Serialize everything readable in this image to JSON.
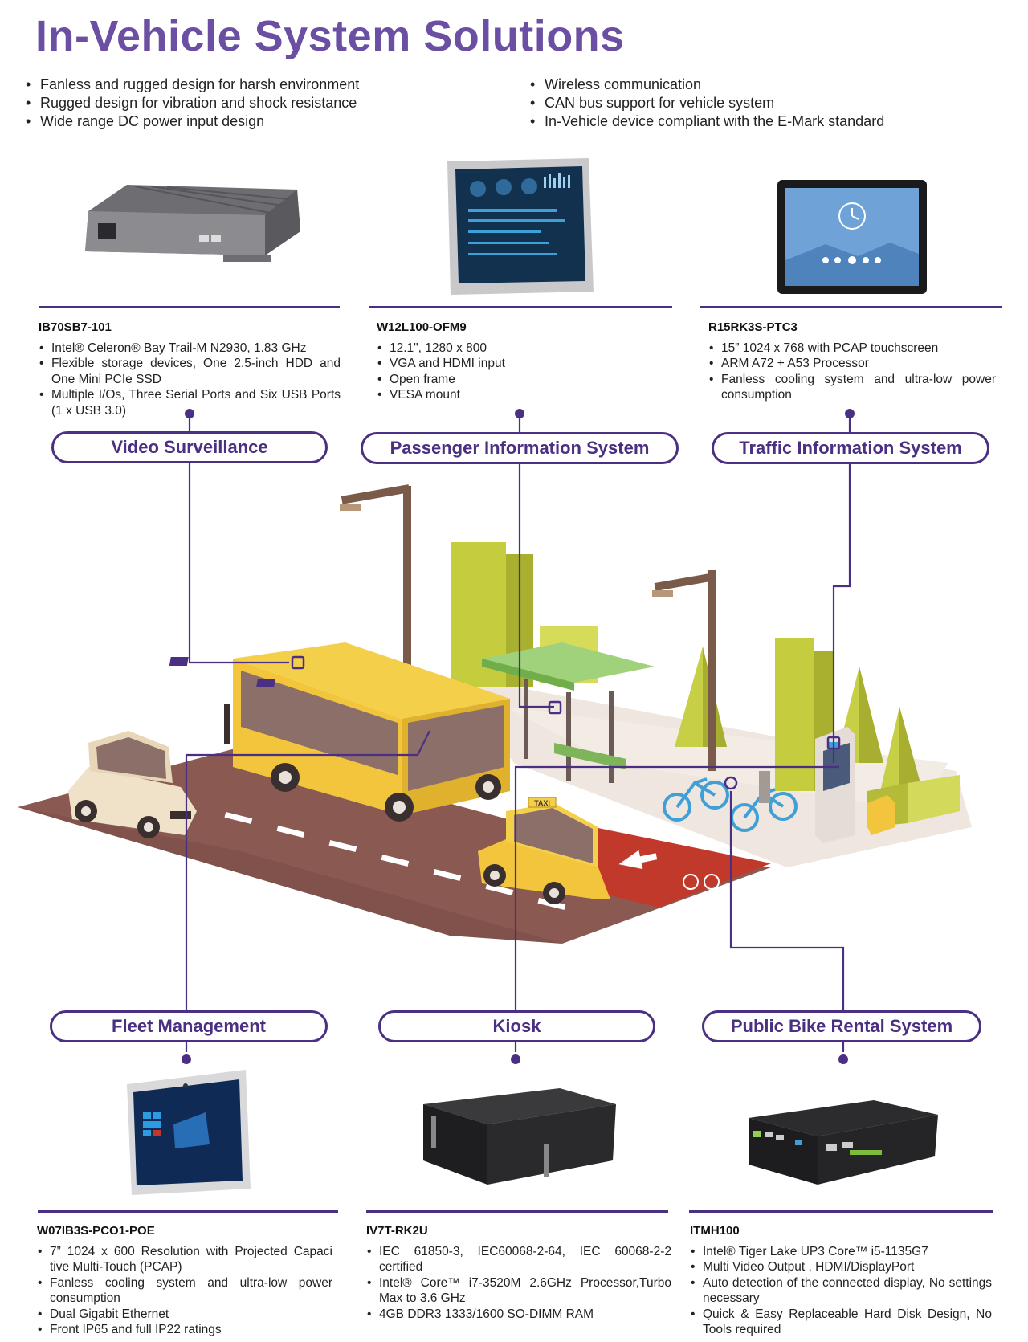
{
  "title": "In-Vehicle System Solutions",
  "features_left": [
    "Fanless and rugged design for harsh environment",
    "Rugged design for vibration and shock resistance",
    "Wide range DC power input design"
  ],
  "features_right": [
    "Wireless communication",
    "CAN bus support for vehicle system",
    "In-Vehicle device compliant with the E-Mark standard"
  ],
  "products_top": [
    {
      "model": "IB70SB7-101",
      "specs": [
        "Intel® Celeron® Bay Trail-M N2930, 1.83 GHz",
        "Flexible storage devices, One 2.5-inch HDD and One Mini PCIe SSD",
        "Multiple I/Os, Three Serial Ports and Six USB Ports (1 x USB 3.0)"
      ]
    },
    {
      "model": "W12L100-OFM9",
      "specs": [
        "12.1\", 1280 x 800",
        "VGA and HDMI input",
        "Open frame",
        "VESA mount"
      ]
    },
    {
      "model": "R15RK3S-PTC3",
      "specs": [
        "15” 1024 x 768 with PCAP touchscreen",
        "ARM A72 + A53 Processor",
        "Fanless cooling system and ultra-low power consumption"
      ]
    }
  ],
  "solutions_top": [
    "Video Surveillance",
    "Passenger Information System",
    "Traffic Information System"
  ],
  "solutions_bottom": [
    "Fleet Management",
    "Kiosk",
    "Public Bike Rental System"
  ],
  "products_bottom": [
    {
      "model": "W07IB3S-PCO1-POE",
      "specs": [
        "7” 1024 x 600 Resolution with Projected Capaci tive Multi-Touch (PCAP)",
        "Fanless cooling system and ultra-low power consumption",
        "Dual Gigabit Ethernet",
        "Front IP65 and full IP22 ratings"
      ]
    },
    {
      "model": "IV7T-RK2U",
      "specs": [
        "IEC 61850-3, IEC60068-2-64, IEC 60068-2-2 certified",
        "Intel® Core™ i7-3520M 2.6GHz Processor,Turbo Max to 3.6 GHz",
        "4GB DDR3 1333/1600 SO-DIMM RAM"
      ]
    },
    {
      "model": "ITMH100",
      "specs": [
        "Intel® Tiger Lake UP3 Core™ i5-1135G7",
        "Multi Video Output , HDMI/DisplayPort",
        "Auto detection of the connected display, No settings necessary",
        "Quick & Easy Replaceable Hard Disk Design, No Tools required"
      ]
    }
  ],
  "scene_labels": {
    "taxi_sign": "TAXI"
  },
  "colors": {
    "accent": "#4a2f82",
    "title": "#6a4fa3",
    "road": "#8a5a52",
    "bus": "#f2c53d",
    "grass": "#c8d36a"
  }
}
